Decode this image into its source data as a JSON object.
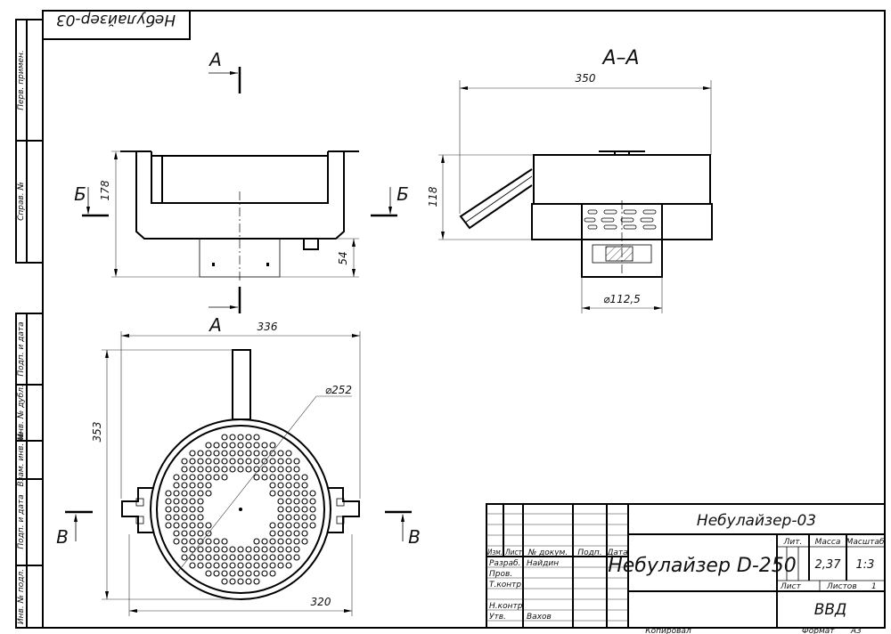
{
  "stamp_top": "Небулайзер-03",
  "side_strip": [
    "Перв. примен.",
    "Справ. №",
    "Подп. и дата",
    "Инв. № дубл.",
    "Взам. инв. №",
    "Подп. и дата",
    "Инв. № подл."
  ],
  "section_labels": {
    "a": "А",
    "b": "Б",
    "v": "В",
    "aa": "А–А"
  },
  "dimensions": {
    "d178": "178",
    "d54": "54",
    "d336": "336",
    "d350": "350",
    "d118": "118",
    "d112": "⌀112,5",
    "d252": "⌀252",
    "d353": "353",
    "d320": "320"
  },
  "title_block": {
    "designation": "Небулайзер-03",
    "name": "Небулайзер D-250",
    "headers": {
      "izm": "Изм.",
      "list": "Лист",
      "doc": "№ докум.",
      "podp": "Подп.",
      "data": "Дата"
    },
    "roles": [
      {
        "role": "Разраб.",
        "name": "Найдин"
      },
      {
        "role": "Пров.",
        "name": ""
      },
      {
        "role": "Т.контр.",
        "name": ""
      },
      {
        "role": "Н.контр.",
        "name": ""
      },
      {
        "role": "Утв.",
        "name": "Вахов"
      }
    ],
    "lit_label": "Лит.",
    "mass_label": "Масса",
    "scale_label": "Масштаб",
    "mass": "2,37",
    "scale": "1:3",
    "sheet_label": "Лист",
    "sheets_label": "Листов",
    "sheets": "1",
    "org": "ВВД",
    "copied": "Копировал",
    "format_label": "Формат",
    "format": "А3"
  }
}
